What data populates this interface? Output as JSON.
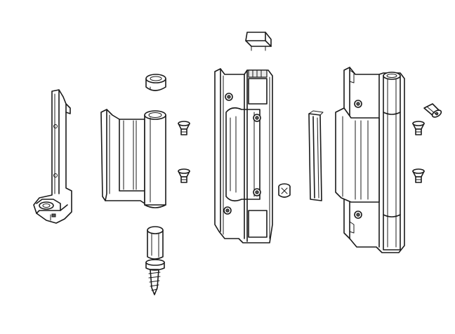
{
  "diagram": {
    "kind": "exploded-view",
    "subject_parts": [
      "frame-mounting-plate",
      "frame-hinge-leaf",
      "top-end-cap",
      "hinge-pin-with-screw",
      "countersunk-screw",
      "sash-hinge-body",
      "sash-top-cap",
      "packing-plate",
      "hinge-cover"
    ],
    "colors": {
      "line": "#1a1a1a",
      "fill": "#ffffff",
      "shade": "#e8e8e8"
    }
  }
}
